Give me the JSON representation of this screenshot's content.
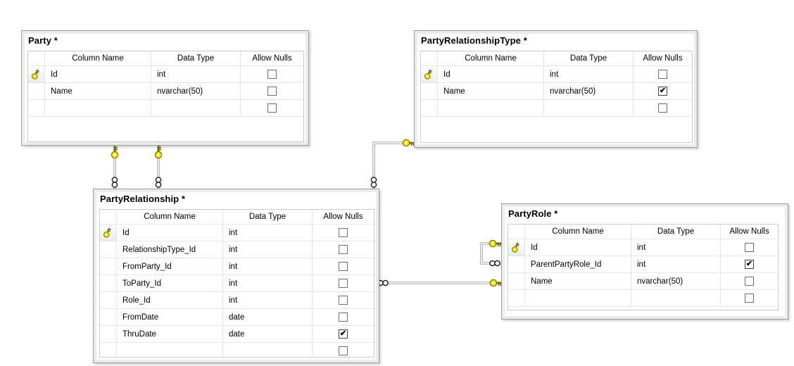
{
  "tables": [
    {
      "title": "Party *",
      "headers": [
        "Column Name",
        "Data Type",
        "Allow Nulls"
      ],
      "rows": [
        {
          "key": true,
          "column_name": "Id",
          "data_type": "int",
          "allow_nulls": false
        },
        {
          "key": false,
          "column_name": "Name",
          "data_type": "nvarchar(50)",
          "allow_nulls": false
        },
        {
          "key": false,
          "column_name": "",
          "data_type": "",
          "allow_nulls": false
        }
      ]
    },
    {
      "title": "PartyRelationshipType *",
      "headers": [
        "Column Name",
        "Data Type",
        "Allow Nulls"
      ],
      "rows": [
        {
          "key": true,
          "column_name": "Id",
          "data_type": "int",
          "allow_nulls": false
        },
        {
          "key": false,
          "column_name": "Name",
          "data_type": "nvarchar(50)",
          "allow_nulls": true
        },
        {
          "key": false,
          "column_name": "",
          "data_type": "",
          "allow_nulls": false
        }
      ]
    },
    {
      "title": "PartyRelationship *",
      "headers": [
        "Column Name",
        "Data Type",
        "Allow Nulls"
      ],
      "rows": [
        {
          "key": true,
          "column_name": "Id",
          "data_type": "int",
          "allow_nulls": false
        },
        {
          "key": false,
          "column_name": "RelationshipType_Id",
          "data_type": "int",
          "allow_nulls": false
        },
        {
          "key": false,
          "column_name": "FromParty_Id",
          "data_type": "int",
          "allow_nulls": false
        },
        {
          "key": false,
          "column_name": "ToParty_Id",
          "data_type": "int",
          "allow_nulls": false
        },
        {
          "key": false,
          "column_name": "Role_Id",
          "data_type": "int",
          "allow_nulls": false
        },
        {
          "key": false,
          "column_name": "FromDate",
          "data_type": "date",
          "allow_nulls": false
        },
        {
          "key": false,
          "column_name": "ThruDate",
          "data_type": "date",
          "allow_nulls": true
        },
        {
          "key": false,
          "column_name": "",
          "data_type": "",
          "allow_nulls": false
        }
      ]
    },
    {
      "title": "PartyRole *",
      "headers": [
        "Column Name",
        "Data Type",
        "Allow Nulls"
      ],
      "rows": [
        {
          "key": true,
          "column_name": "Id",
          "data_type": "int",
          "allow_nulls": false
        },
        {
          "key": false,
          "column_name": "ParentPartyRole_Id",
          "data_type": "int",
          "allow_nulls": true
        },
        {
          "key": false,
          "column_name": "Name",
          "data_type": "nvarchar(50)",
          "allow_nulls": false
        },
        {
          "key": false,
          "column_name": "",
          "data_type": "",
          "allow_nulls": false
        }
      ]
    }
  ],
  "relationships": [
    {
      "one_side": "Party",
      "many_side": "PartyRelationship"
    },
    {
      "one_side": "Party",
      "many_side": "PartyRelationship"
    },
    {
      "one_side": "PartyRelationshipType",
      "many_side": "PartyRelationship"
    },
    {
      "one_side": "PartyRole",
      "many_side": "PartyRelationship"
    },
    {
      "one_side": "PartyRole",
      "many_side": "PartyRole"
    }
  ],
  "icons": {
    "primary_key": "key-icon",
    "one_end": "key-icon",
    "many_end": "infinity-icon",
    "check_glyph": "✔"
  },
  "colors": {
    "key_yellow": "#ffe81a",
    "key_outline": "#857e00",
    "grid_line": "#dce6f1",
    "grid_border": "#c6ccd3",
    "window_border": "#9b9da1",
    "connector_gray": "#a8a8a8"
  }
}
